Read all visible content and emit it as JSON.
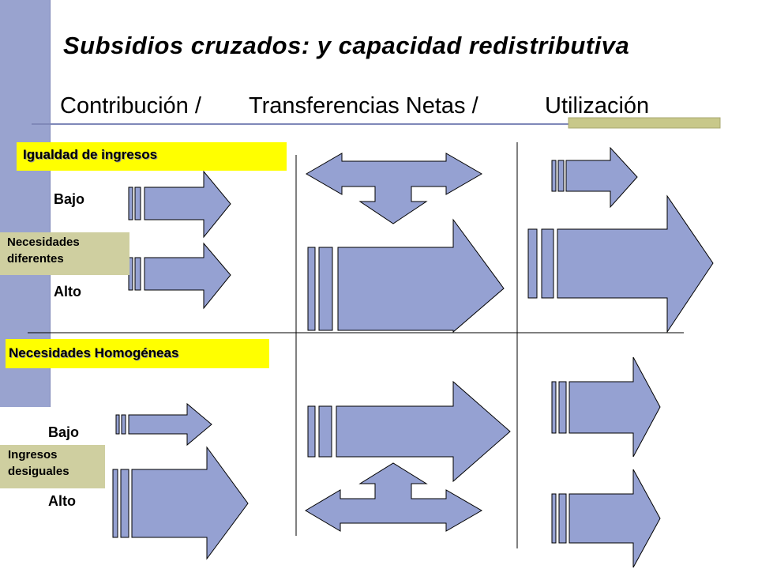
{
  "title": "Subsidios cruzados: y capacidad redistributiva",
  "columns": [
    "Contribución /",
    "Transferencias Netas /",
    "Utilización"
  ],
  "top_panel": {
    "heading": "Igualdad de ingresos",
    "side_label": "Necesidades diferentes",
    "side_label_lines": [
      "Necesidades",
      "diferentes"
    ],
    "row_low": "Bajo",
    "row_high": "Alto"
  },
  "bottom_panel": {
    "heading": "Necesidades Homogéneas",
    "side_label": "Ingresos desiguales",
    "side_label_lines": [
      "Ingresos",
      "desiguales"
    ],
    "row_low": "Bajo",
    "row_high": "Alto"
  },
  "colors": {
    "left_bar": "#99a3cf",
    "arrow_fill": "#95a1d2",
    "highlight": "#ffff00",
    "label_box": "#cfcfa0",
    "accent_bar": "#c8c88a"
  }
}
